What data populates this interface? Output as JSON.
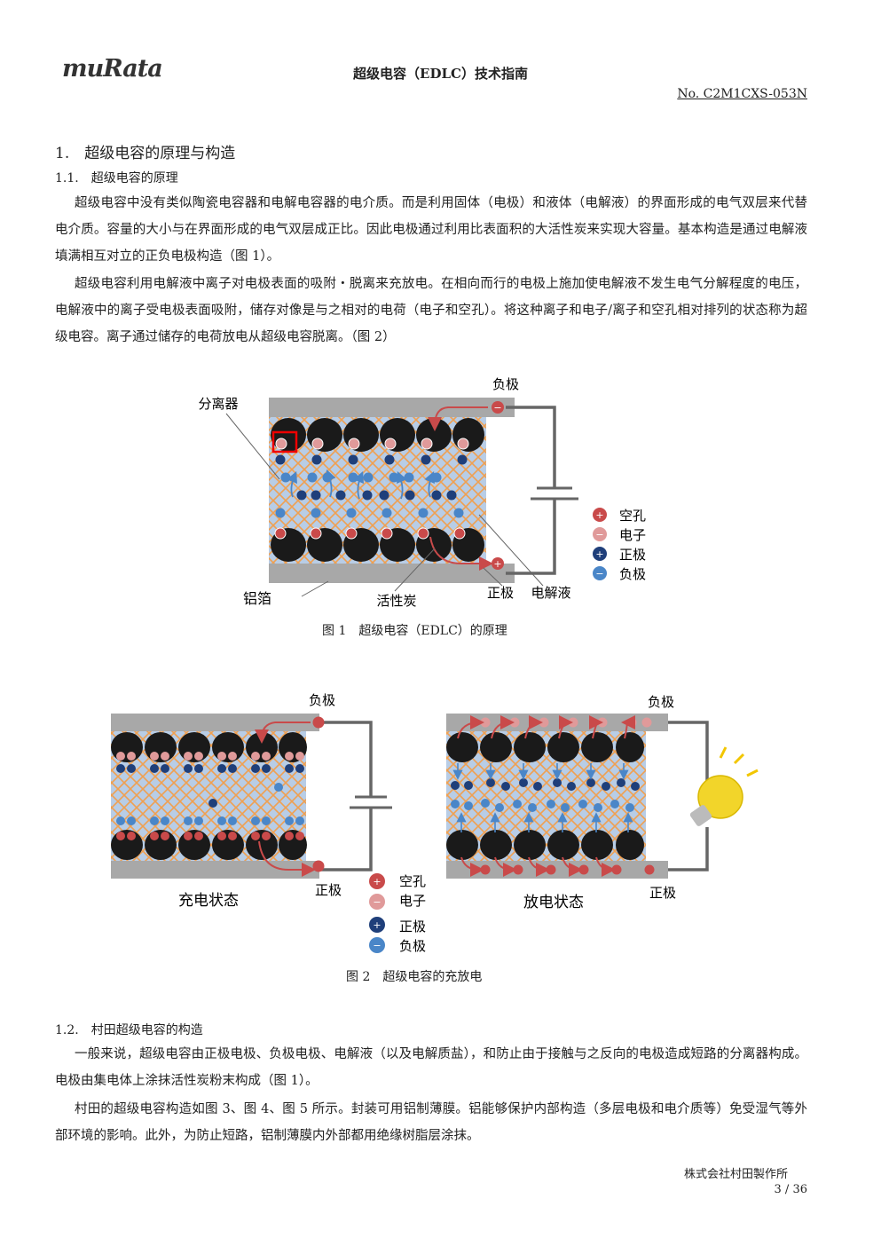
{
  "header": {
    "logo": "muRata",
    "title": "超级电容（EDLC）技术指南",
    "doc_no": "No. C2M1CXS-053N"
  },
  "section1": {
    "heading": "1.　超级电容的原理与构造",
    "sub1": "1.1.　超级电容的原理",
    "p1": "超级电容中没有类似陶瓷电容器和电解电容器的电介质。而是利用固体（电极）和液体（电解液）的界面形成的电气双层来代替电介质。容量的大小与在界面形成的电气双层成正比。因此电极通过利用比表面积的大活性炭来实现大容量。基本构造是通过电解液填满相互对立的正负电极构造（图 1）。",
    "p2": "超级电容利用电解液中离子对电极表面的吸附・脱离来充放电。在相向而行的电极上施加使电解液不发生电气分解程度的电压，电解液中的离子受电极表面吸附，储存对像是与之相对的电荷（电子和空孔）。将这种离子和电子/离子和空孔相对排列的状态称为超级电容。离子通过储存的电荷放电从超级电容脱离。（图 2）"
  },
  "figure1": {
    "label_negative": "负极",
    "label_separator": "分离器",
    "label_positive": "正极",
    "label_electrolyte": "电解液",
    "label_foil": "铝箔",
    "label_carbon": "活性炭",
    "legend": [
      "空孔",
      "电子",
      "正极",
      "负极"
    ],
    "caption": "图 1　超级电容（EDLC）的原理"
  },
  "figure2": {
    "charge_negative": "负极",
    "charge_positive": "正极",
    "charge_state": "充电状态",
    "discharge_negative": "负极",
    "discharge_positive": "正极",
    "discharge_state": "放电状态",
    "legend": [
      "空孔",
      "电子",
      "正极",
      "负极"
    ],
    "caption": "图 2　超级电容的充放电"
  },
  "section12": {
    "sub": "1.2.　村田超级电容的构造",
    "p1": "一般来说，超级电容由正极电极、负极电极、电解液（以及电解质盐），和防止由于接触与之反向的电极造成短路的分离器构成。电极由集电体上涂抹活性炭粉末构成（图 1）。",
    "p2": "村田的超级电容构造如图 3、图 4、图 5 所示。封装可用铝制薄膜。铝能够保护内部构造（多层电极和电介质等）免受湿气等外部环境的影响。此外，为防止短路，铝制薄膜内外部都用绝缘树脂层涂抹。"
  },
  "footer": {
    "company": "株式会社村田製作所",
    "page": "3 / 36"
  },
  "colors": {
    "hole": "#c94a4a",
    "electron": "#e09a9a",
    "cation": "#1f3f7a",
    "anion": "#4a86c8",
    "foil": "#a8a8a8",
    "carbon": "#1a1a1a",
    "electrolyte": "#b8cde6",
    "separator": "#f0a050"
  }
}
